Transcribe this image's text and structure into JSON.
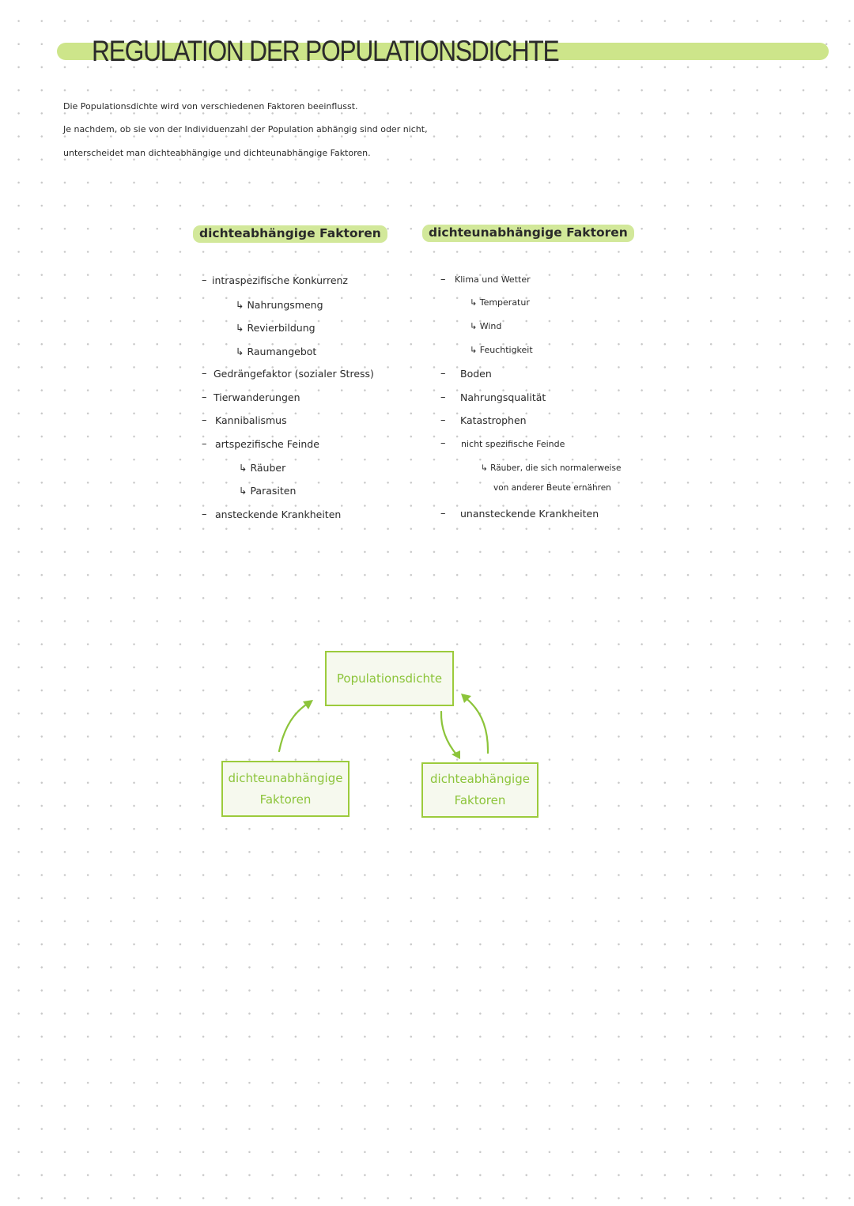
{
  "title": "REGULATION DER POPULATIONSDICHTE",
  "intro": [
    "Die Populationsdichte wird von verschiedenen Faktoren beeinflusst.",
    "Je nachdem, ob sie von der Individuenzahl der Population abhängig sind oder nicht,",
    "unterscheidet man dichteabhängige und dichteunabhängige Faktoren."
  ],
  "left_column": {
    "heading": "dichteabhängige Faktoren",
    "items": [
      "intraspezifische Konkurrenz",
      "↳ Nahrungsmeng",
      "↳ Revierbildung",
      "↳ Raumangebot",
      "Gedrängefaktor (sozialer Stress)",
      "Tierwanderungen",
      "Kannibalismus",
      "artspezifische Feinde",
      "↳ Räuber",
      "↳ Parasiten",
      "ansteckende Krankheiten"
    ]
  },
  "right_column": {
    "heading": "dichteunabhängige Faktoren",
    "items": [
      "Klima und Wetter",
      "↳ Temperatur",
      "↳ Wind",
      "↳ Feuchtigkeit",
      "Boden",
      "Nahrungsqualität",
      "Katastrophen",
      "nicht spezifische Feinde",
      "↳ Räuber, die sich normalerweise",
      "von anderer Beute ernähren",
      "unansteckende Krankheiten"
    ]
  },
  "diagram": {
    "center": "Populationsdichte",
    "left_box": [
      "dichteunabhängige",
      "Faktoren"
    ],
    "right_box": [
      "dichteabhängige",
      "Faktoren"
    ]
  },
  "colors": {
    "highlight": "#cde58a",
    "accent": "#9ccb3c"
  }
}
